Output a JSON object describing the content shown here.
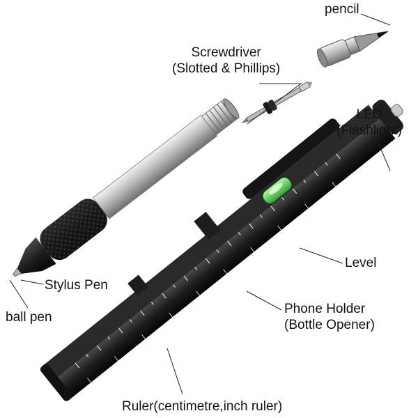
{
  "labels": {
    "pencil": "pencil",
    "screwdriver_line1": "Screwdriver",
    "screwdriver_line2": "(Slotted & Phillips)",
    "led_line1": "LED",
    "led_line2": "(Flashlight)",
    "level": "Level",
    "stylus_pen": "Stylus Pen",
    "ball_pen": "ball pen",
    "phone_holder_line1": "Phone Holder",
    "phone_holder_line2": "(Bottle Opener)",
    "ruler": "Ruler(centimetre,inch ruler)"
  },
  "colors": {
    "background": "#ffffff",
    "body_black": "#1a1a1a",
    "silver": "#c8c8c8",
    "level_green": "#3fbf3f",
    "leader_line": "#222222"
  }
}
